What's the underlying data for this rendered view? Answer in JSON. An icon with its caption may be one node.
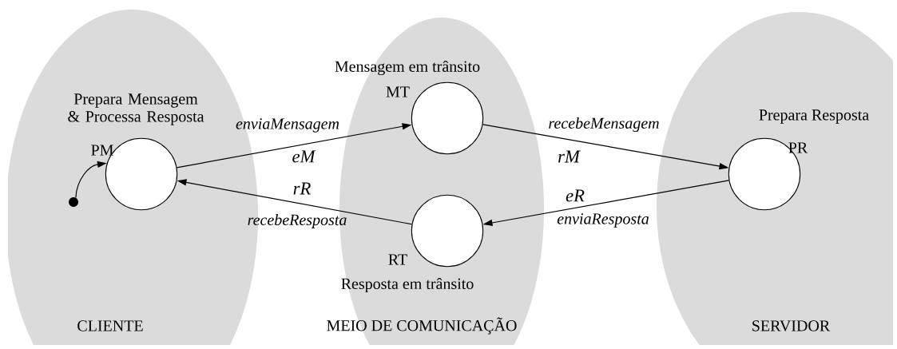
{
  "diagram": {
    "nodes": [
      {
        "text": [
          "CLIENTE"
        ]
      },
      {
        "text": [
          "Prepara Mensagem & Processa Resposta",
          "PM"
        ],
        "in": 0
      },
      {
        "text": [],
        "shape": "circle",
        "in": 0
      },
      {
        "text": [
          "MEIO DE COMUNICAÇÃO"
        ]
      },
      {
        "text": [
          "Mensagem em trânsito",
          "MT"
        ],
        "in": 3
      },
      {
        "text": [
          "RT",
          "Resposta em trânsito"
        ],
        "in": 3
      },
      {
        "text": [
          "SERVIDOR"
        ]
      },
      {
        "text": [
          "Prepara Resposta",
          "PR"
        ],
        "in": 6
      }
    ],
    "edges": [
      {
        "from": 2,
        "to": 1,
        "arrow": "to"
      },
      {
        "from": 1,
        "to": 4,
        "arrow": "to",
        "label": "enviaMensagem"
      },
      {
        "from": 4,
        "to": 7,
        "arrow": "to",
        "label": "recebeMensagem"
      },
      {
        "from": 7,
        "to": 5,
        "arrow": "to",
        "label": "enviaResposta"
      },
      {
        "from": 5,
        "to": 1,
        "arrow": "to",
        "label": "recebeResposta"
      }
    ],
    "labels": [
      "eM",
      "rR",
      "rM",
      "eR"
    ]
  }
}
